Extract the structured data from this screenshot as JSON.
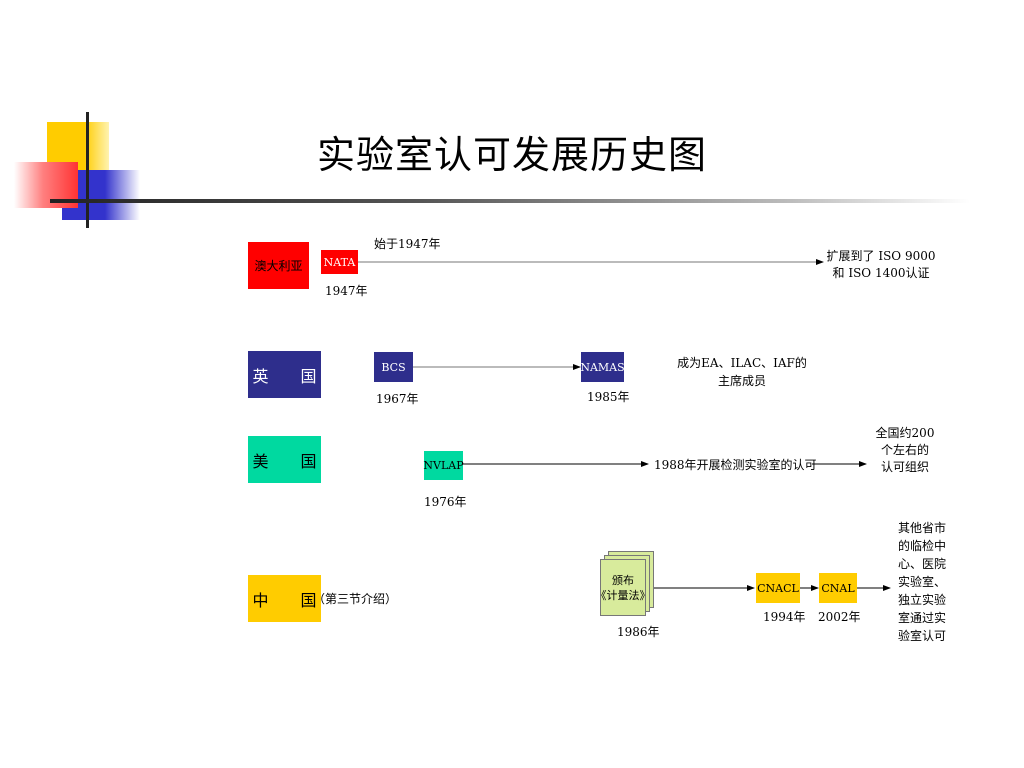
{
  "title": "实验室认可发展历史图",
  "colors": {
    "australia": "#ff0000",
    "uk": "#2e2e8c",
    "usa": "#00d9a0",
    "china": "#ffcc00",
    "doc": "#d8eb9c"
  },
  "rows": {
    "australia": {
      "country": "澳大利亚",
      "org": "NATA",
      "year": "1947年",
      "line_label": "始于1947年",
      "end_text_line1": "扩展到了 ISO 9000",
      "end_text_line2": "和 ISO 1400认证"
    },
    "uk": {
      "country": "英　　国",
      "org1": "BCS",
      "year1": "1967年",
      "org2": "NAMAS",
      "year2": "1985年",
      "end_text_line1": "成为EA、ILAC、IAF的",
      "end_text_line2": "主席成员"
    },
    "usa": {
      "country": "美　　国",
      "org": "NVLAP",
      "year": "1976年",
      "mid_text": "1988年开展检测实验室的认可",
      "end_text_line1": "全国约200",
      "end_text_line2": "个左右的",
      "end_text_line3": "认可组织"
    },
    "china": {
      "country": "中　　国",
      "note": "（第三节介绍）",
      "doc_line1": "颁布",
      "doc_line2": "《计量法》",
      "doc_year": "1986年",
      "org1": "CNACL",
      "year1": "1994年",
      "org2": "CNAL",
      "year2": "2002年",
      "end_lines": [
        "其他省市",
        "的临检中",
        "心、医院",
        "实验室、",
        "独立实验",
        "室通过实",
        "验室认可"
      ]
    }
  }
}
